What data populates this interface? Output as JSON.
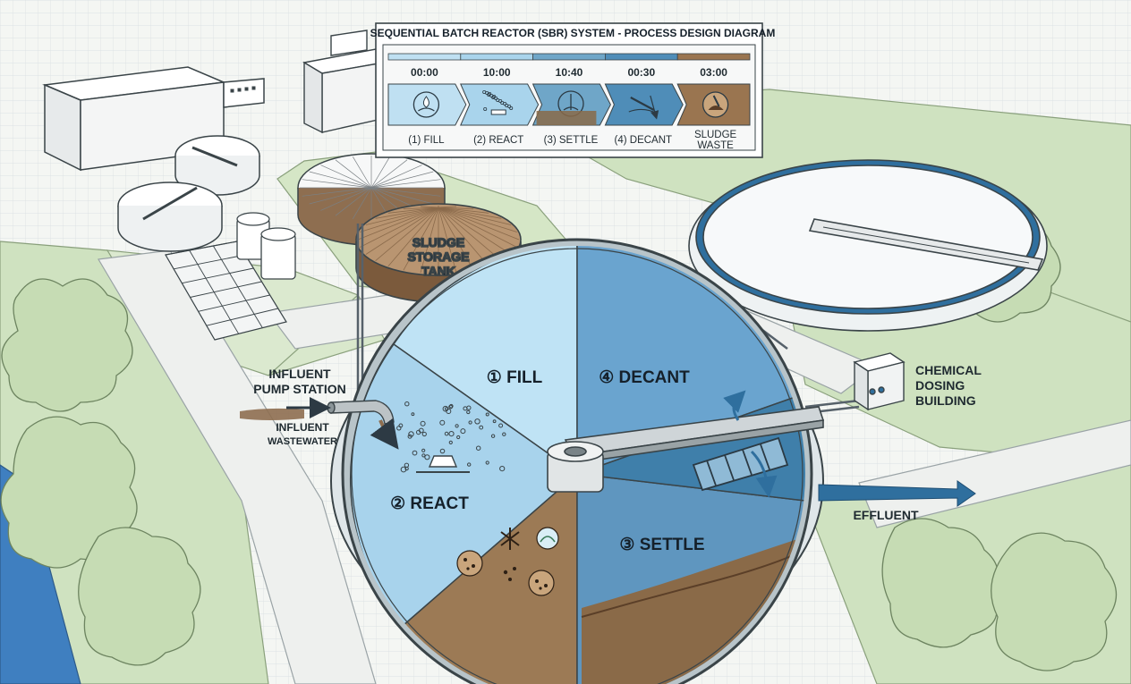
{
  "title": "SEQUENTIAL BATCH REACTOR (SBR) SYSTEM - PROCESS DESIGN DIAGRAM",
  "timeline": {
    "times": [
      "00:00",
      "10:00",
      "10:40",
      "00:30",
      "03:00"
    ],
    "phases": [
      {
        "label": "(1) FILL",
        "color": "#bfe0f2",
        "icon": "water-drop-icon"
      },
      {
        "label": "(2) REACT",
        "color": "#a9d4ec",
        "icon": "aeration-bubbles-icon"
      },
      {
        "label": "(3) SETTLE",
        "color": "#6fa6c8",
        "icon": "mixer-icon"
      },
      {
        "label": "(4) DECANT",
        "color": "#4f8db8",
        "icon": "decanter-icon"
      },
      {
        "label": "SLUDGE\nWASTE",
        "color": "#9a7550",
        "icon": "sludge-icon"
      }
    ]
  },
  "labels": {
    "sludge_tank": [
      "SLUDGE",
      "STORAGE",
      "TANK"
    ],
    "influent_pump": [
      "INFLUENT",
      "PUMP STATION"
    ],
    "influent_ww": [
      "INFLUENT",
      "WASTEWATER"
    ],
    "chemical": [
      "CHEMICAL",
      "DOSING",
      "BUILDING"
    ],
    "effluent": "EFFLUENT"
  },
  "reactor": {
    "fill": "① FILL",
    "react": "② REACT",
    "settle": "③ SETTLE",
    "decant": "④ DECANT"
  },
  "colors": {
    "grass": "#cfe2c0",
    "water_light": "#bfe2f4",
    "water_mid": "#7fb6d8",
    "water_dark": "#3f7faa",
    "sludge": "#9c7a55",
    "sludge_dark": "#6e4f33"
  }
}
